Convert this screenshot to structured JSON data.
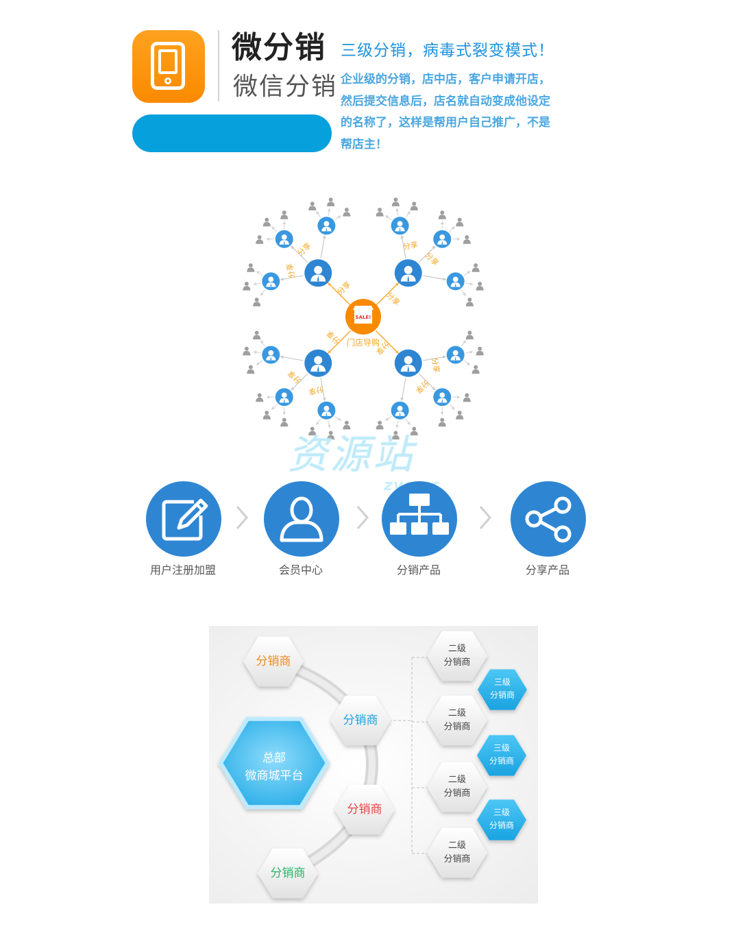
{
  "header": {
    "title": "微分销",
    "subtitle": "微信分销",
    "tagline": "三级分销，病毒式裂变模式！",
    "description_lines": [
      "企业级的分销，店中店，客户申请开店，",
      "然后提交信息后，店名就自动变成他设定",
      "的名称了，这样是帮用户自己推广，不是",
      "帮店主！"
    ]
  },
  "network": {
    "center_label": "门店导购",
    "center_sign": "SALE!",
    "share_label": "分享"
  },
  "watermark": {
    "cn": "资源站",
    "en": "zye.cc"
  },
  "steps": [
    {
      "label": "用户注册加盟",
      "icon": "edit-icon"
    },
    {
      "label": "会员中心",
      "icon": "user-icon"
    },
    {
      "label": "分销产品",
      "icon": "sitemap-icon"
    },
    {
      "label": "分享产品",
      "icon": "share-icon"
    }
  ],
  "hierarchy": {
    "hq": {
      "line1": "总部",
      "line2": "微商城平台"
    },
    "distributor_label": "分销商",
    "second_level": {
      "line1": "二级",
      "line2": "分销商"
    },
    "third_level": {
      "line1": "三级",
      "line2": "分销商"
    }
  },
  "colors": {
    "orange": "#f98a00",
    "blue": "#2e86d3",
    "pill_blue": "#06a0dd",
    "share_text": "#f5a623",
    "distributor_orange": "#ee8b1c",
    "distributor_blue": "#1aa3e0",
    "distributor_red": "#e84545",
    "distributor_green": "#2cb36a"
  }
}
